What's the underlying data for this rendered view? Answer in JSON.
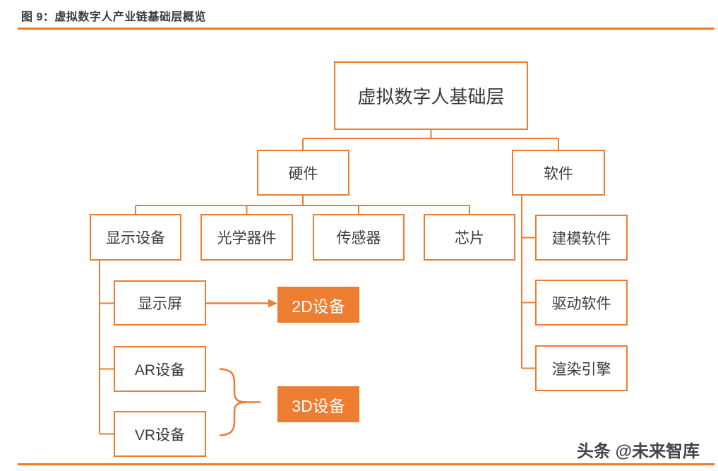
{
  "header": {
    "figure_title": "图 9：虚拟数字人产业链基础层概览"
  },
  "colors": {
    "accent_orange": "#ED7D31",
    "rule_orange": "#EE7C1E",
    "box_text": "#3B3B3B",
    "filled_box_text": "#FFFFFF"
  },
  "diagram": {
    "root": {
      "label": "虚拟数字人基础层"
    },
    "level2": [
      {
        "label": "硬件"
      },
      {
        "label": "软件"
      }
    ],
    "hardware_children": [
      {
        "label": "显示设备"
      },
      {
        "label": "光学器件"
      },
      {
        "label": "传感器"
      },
      {
        "label": "芯片"
      }
    ],
    "display_children": [
      {
        "label": "显示屏"
      },
      {
        "label": "AR设备"
      },
      {
        "label": "VR设备"
      }
    ],
    "software_children": [
      {
        "label": "建模软件"
      },
      {
        "label": "驱动软件"
      },
      {
        "label": "渲染引擎"
      }
    ],
    "highlight_2d": {
      "label": "2D设备"
    },
    "highlight_3d": {
      "label": "3D设备"
    }
  },
  "footer": {
    "watermark": "头条 @未来智库"
  }
}
